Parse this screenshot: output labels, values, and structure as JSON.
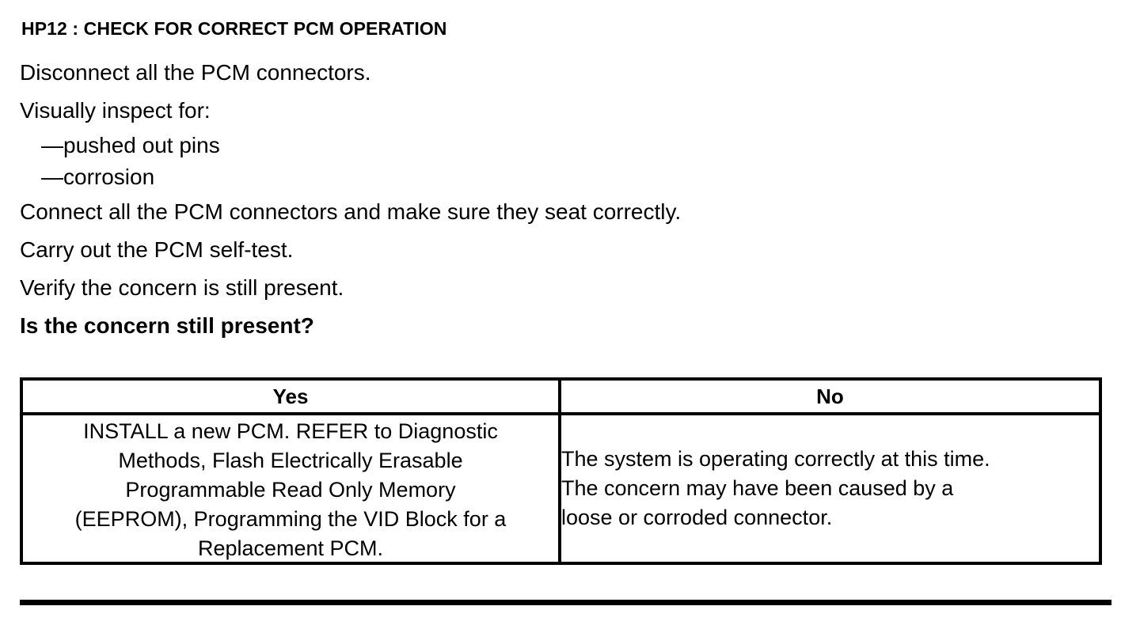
{
  "document": {
    "step_title": "HP12 : CHECK FOR CORRECT PCM OPERATION",
    "instructions": [
      {
        "text": "Disconnect all the PCM connectors.",
        "bold": false
      },
      {
        "text": "Visually inspect for:",
        "bold": false
      }
    ],
    "inspection_items": [
      "—pushed out pins",
      "—corrosion"
    ],
    "instructions_cont": [
      {
        "text": "Connect all the PCM connectors and make sure they seat correctly.",
        "bold": false
      },
      {
        "text": "Carry out the PCM self-test.",
        "bold": false
      },
      {
        "text": "Verify the concern is still present.",
        "bold": false
      },
      {
        "text": "Is the concern still present?",
        "bold": true
      }
    ]
  },
  "decision_table": {
    "headers": {
      "yes": "Yes",
      "no": "No"
    },
    "yes_action_lines": [
      "INSTALL a new PCM. REFER to Diagnostic",
      "Methods, Flash Electrically Erasable",
      "Programmable Read Only Memory",
      "(EEPROM), Programming the VID Block for a",
      "Replacement PCM."
    ],
    "no_action_lines": [
      "The system is operating correctly at this time.",
      "The concern may have been caused by a",
      "loose or corroded connector."
    ]
  },
  "colors": {
    "ink": "#000000",
    "paper": "#ffffff"
  }
}
